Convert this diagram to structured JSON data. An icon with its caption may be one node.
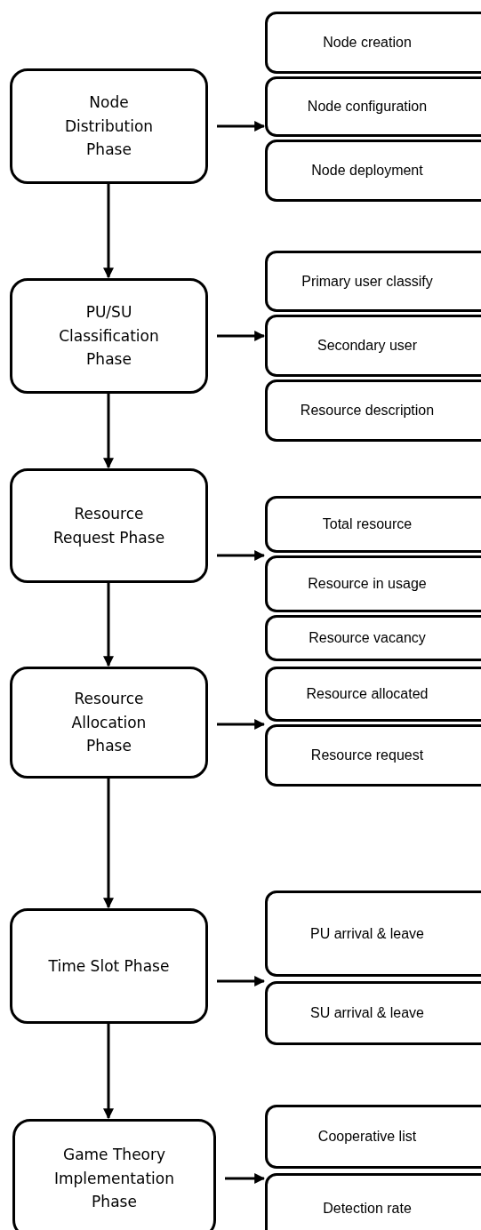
{
  "diagram": {
    "nodes": [
      {
        "text": [
          "Node Distribution Phase"
        ]
      },
      {
        "text": [
          "Node creation"
        ]
      },
      {
        "text": [
          "Node configuration"
        ]
      },
      {
        "text": [
          "Node deployment"
        ]
      },
      {
        "text": [
          "PU/SU Classification Phase"
        ]
      },
      {
        "text": [
          "Primary user classify"
        ]
      },
      {
        "text": [
          "Secondary user"
        ]
      },
      {
        "text": [
          "Resource description"
        ]
      },
      {
        "text": [
          "Resource Request Phase"
        ]
      },
      {
        "text": [
          "Total resource"
        ]
      },
      {
        "text": [
          "Resource in usage"
        ]
      },
      {
        "text": [
          "Resource vacancy"
        ]
      },
      {
        "text": [
          "Resource Allocation Phase"
        ]
      },
      {
        "text": [
          "Resource allocated"
        ]
      },
      {
        "text": [
          "Resource request"
        ]
      },
      {
        "text": [
          "Time Slot Phase"
        ]
      },
      {
        "text": [
          "PU arrival & leave"
        ]
      },
      {
        "text": [
          "SU arrival & leave"
        ]
      },
      {
        "text": [
          "Game Theory Implementation Phase"
        ]
      },
      {
        "text": [
          "Cooperative list"
        ]
      },
      {
        "text": [
          "Detection rate"
        ]
      }
    ],
    "edges": [
      {
        "from": 0,
        "to": 2,
        "arrow": "to"
      },
      {
        "from": 0,
        "to": 4,
        "arrow": "to"
      },
      {
        "from": 4,
        "to": 6,
        "arrow": "to"
      },
      {
        "from": 4,
        "to": 8,
        "arrow": "to"
      },
      {
        "from": 8,
        "to": 10,
        "arrow": "to"
      },
      {
        "from": 8,
        "to": 12,
        "arrow": "to"
      },
      {
        "from": 12,
        "to": 14,
        "arrow": "to"
      },
      {
        "from": 12,
        "to": 15,
        "arrow": "to"
      },
      {
        "from": 15,
        "to": 17,
        "arrow": "to"
      },
      {
        "from": 15,
        "to": 18,
        "arrow": "to"
      },
      {
        "from": 18,
        "to": 20,
        "arrow": "to"
      }
    ]
  }
}
